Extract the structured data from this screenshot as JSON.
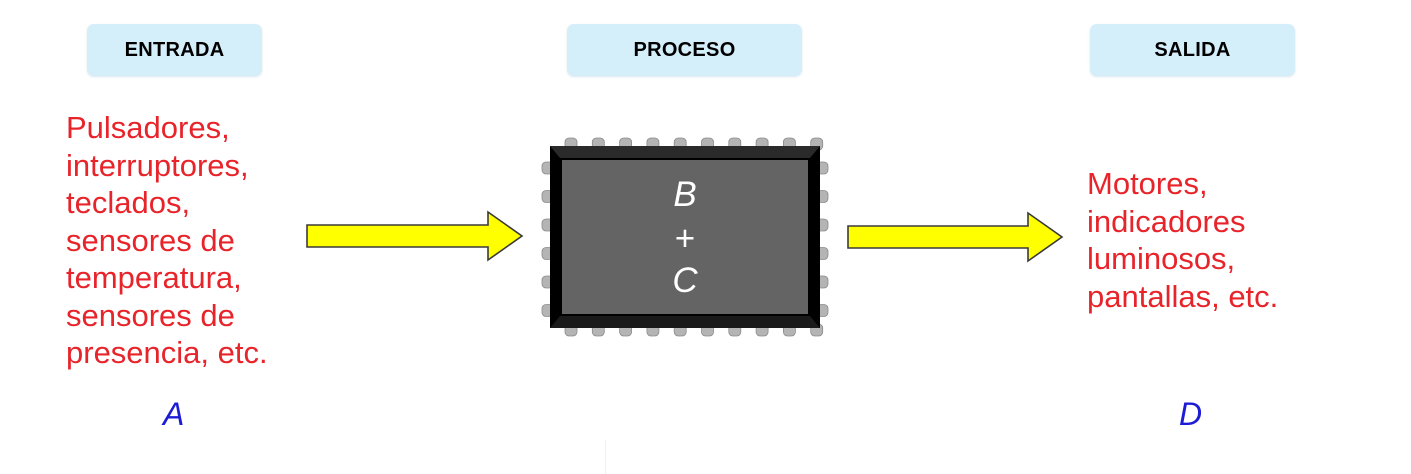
{
  "headers": {
    "entrada": "ENTRADA",
    "proceso": "PROCESO",
    "salida": "SALIDA"
  },
  "input_description": "Pulsadores,\ninterruptores,\nteclados,\nsensores de\ntemperatura,\nsensores de\npresencia, etc.",
  "output_description": "Motores,\nindicadores\nluminosos,\npantallas, etc.",
  "letters": {
    "input": "A",
    "output": "D"
  },
  "chip": {
    "top": "B",
    "middle": "+",
    "bottom": "C"
  },
  "colors": {
    "header_bg": "#d4eefa",
    "description_text": "#e8242b",
    "letter_text": "#1c1cd6",
    "arrow_fill": "#ffff00",
    "chip_body": "#646464",
    "chip_border": "#000000",
    "chip_pins": "#b4b4b4"
  }
}
